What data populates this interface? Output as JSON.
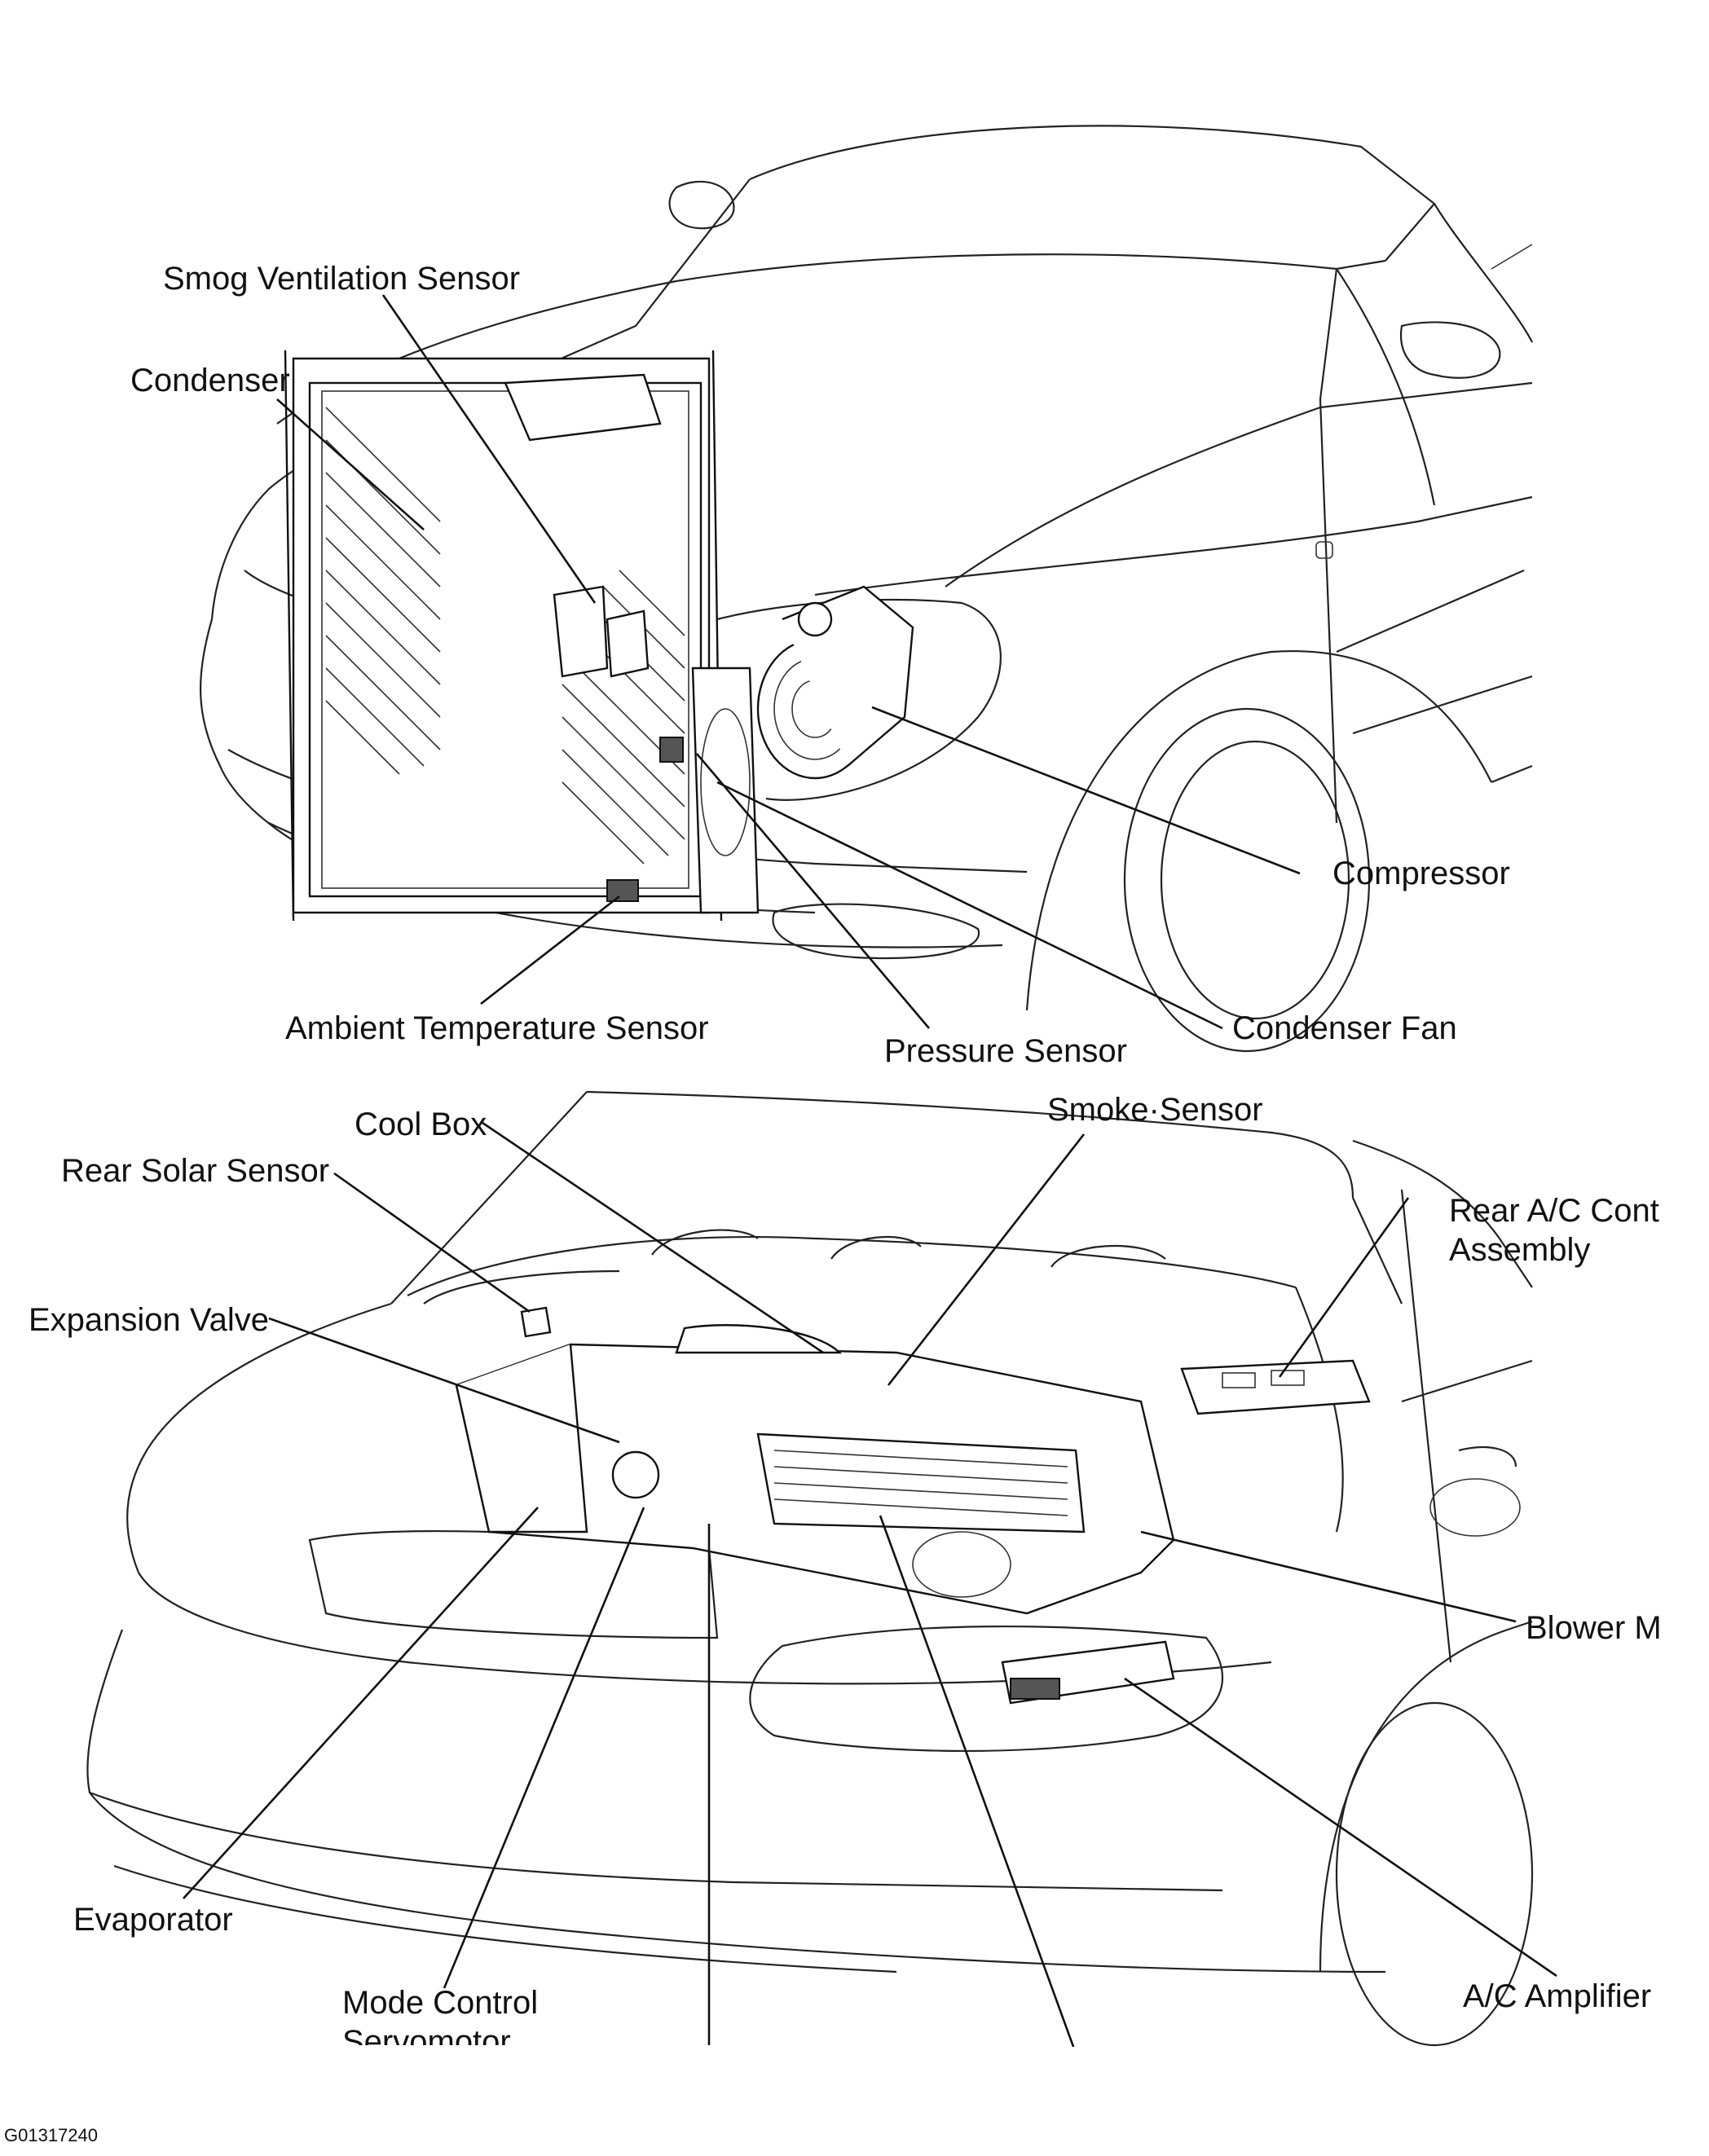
{
  "figure_id": "G01317240",
  "top_view": {
    "labels": {
      "smog_ventilation_sensor": "Smog Ventilation Sensor",
      "condenser": "Condenser",
      "compressor": "Compressor",
      "ambient_temperature_sensor": "Ambient Temperature Sensor",
      "pressure_sensor": "Pressure Sensor",
      "condenser_fan": "Condenser Fan"
    }
  },
  "bottom_view": {
    "labels": {
      "smoke_sensor": "Smoke·Sensor",
      "cool_box": "Cool Box",
      "rear_solar_sensor": "Rear Solar Sensor",
      "rear_ac_control_line1": "Rear A/C Cont",
      "rear_ac_control_line2": "Assembly",
      "expansion_valve": "Expansion Valve",
      "blower_motor": "Blower M",
      "evaporator": "Evaporator",
      "mode_control_line1": "Mode Control",
      "mode_control_line2": "Servomotor",
      "ac_amplifier": "A/C Amplifier"
    }
  }
}
